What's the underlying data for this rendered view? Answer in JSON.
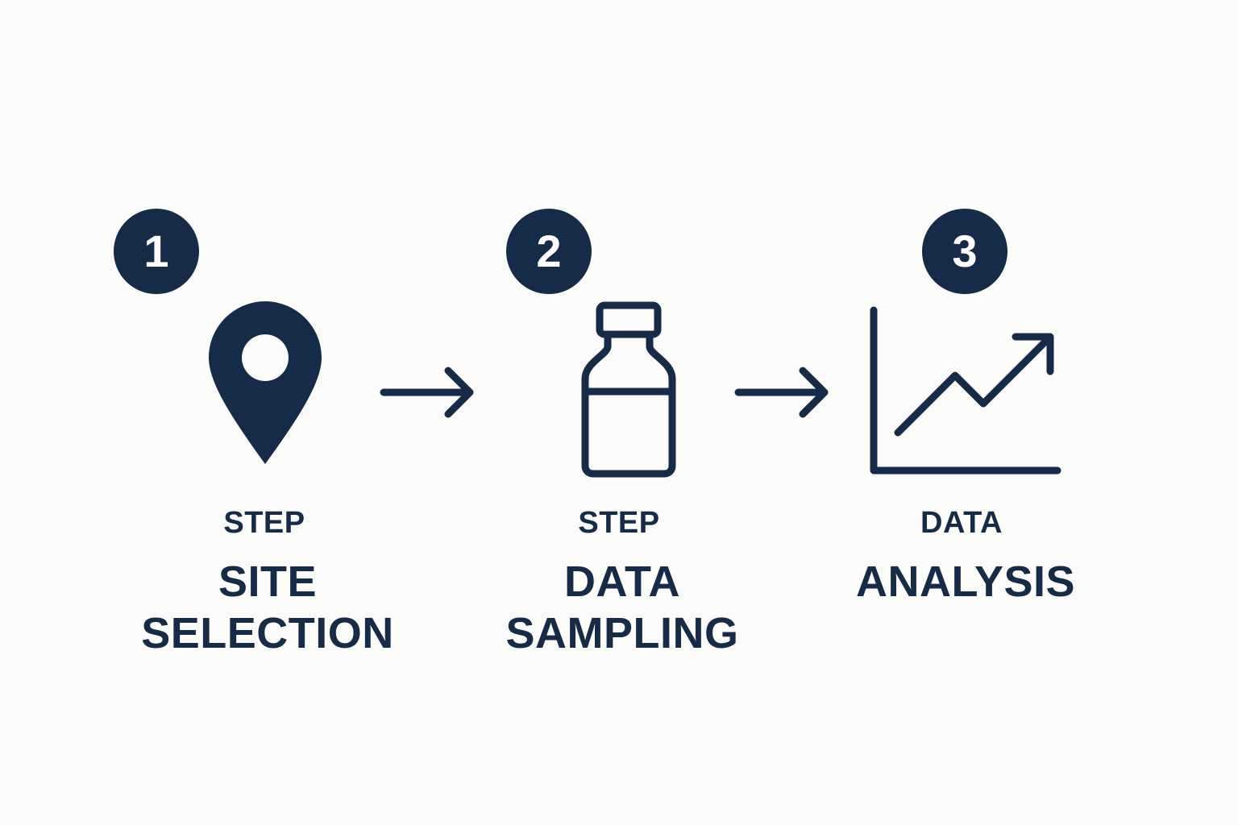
{
  "colors": {
    "background": "#fbfbf9",
    "ink": "#152b47",
    "badge_text": "#ffffff"
  },
  "steps": [
    {
      "number": "1",
      "icon": "map-pin-icon",
      "kicker": "STEP",
      "title_lines": [
        "SITE",
        "SELECTION"
      ]
    },
    {
      "number": "2",
      "icon": "sample-bottle-icon",
      "kicker": "STEP",
      "title_lines": [
        "DATA",
        "SAMPLING"
      ]
    },
    {
      "number": "3",
      "icon": "trend-chart-icon",
      "kicker": "DATA",
      "title_lines": [
        "ANALYSIS"
      ]
    }
  ],
  "connectors": [
    {
      "icon": "arrow-right-icon",
      "from": "1",
      "to": "2"
    },
    {
      "icon": "arrow-right-icon",
      "from": "2",
      "to": "3"
    }
  ]
}
